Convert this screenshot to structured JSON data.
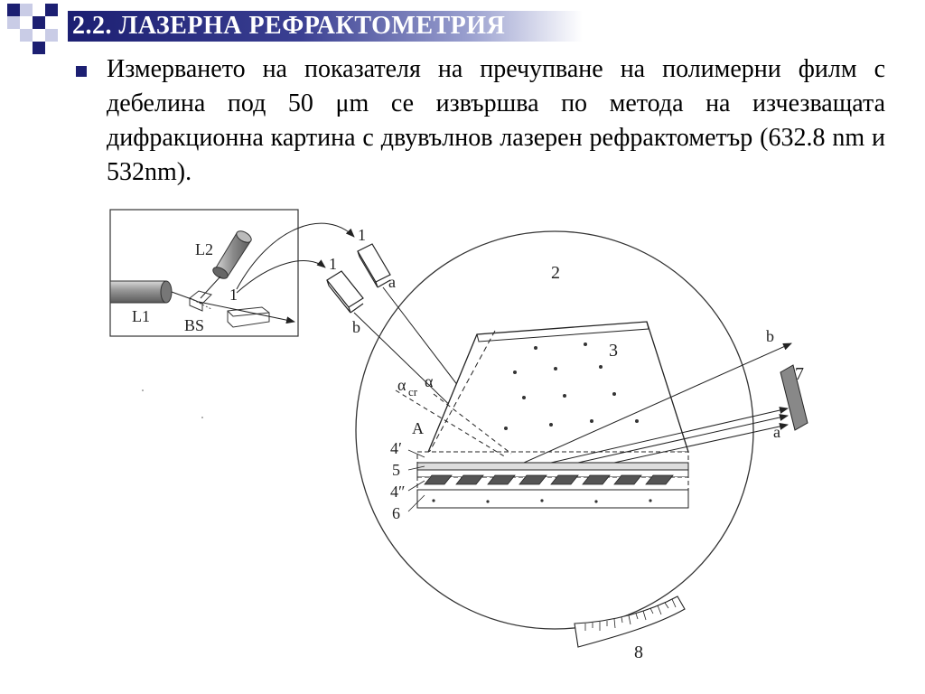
{
  "slide": {
    "title": "2.2. ЛАЗЕРНА РЕФРАКТОМЕТРИЯ",
    "paragraph": "Измерването на показателя на пречупване на полимерни филм  с дебелина под 50 μm се извършва по метода на изчезващата дифракционна картина с двувълнов лазерен рефрактометър (632.8 nm и 532nm)."
  },
  "colors": {
    "accent": "#1c1f72",
    "accent_light": "#c9cce6"
  },
  "figure": {
    "labels": {
      "L2": "L2",
      "L1": "L1",
      "BS": "BS",
      "one_a": "1",
      "one_b": "1",
      "one_c": "1",
      "a_top": "a",
      "b_top": "b",
      "two": "2",
      "three": "3",
      "b_right": "b",
      "a_right": "a",
      "seven": "7",
      "alpha_cr": "α",
      "alpha_cr_sub": "cr",
      "alpha": "α",
      "A": "A",
      "four_prime": "4′",
      "five": "5",
      "four_dprime": "4″",
      "six": "6",
      "eight": "8"
    }
  }
}
